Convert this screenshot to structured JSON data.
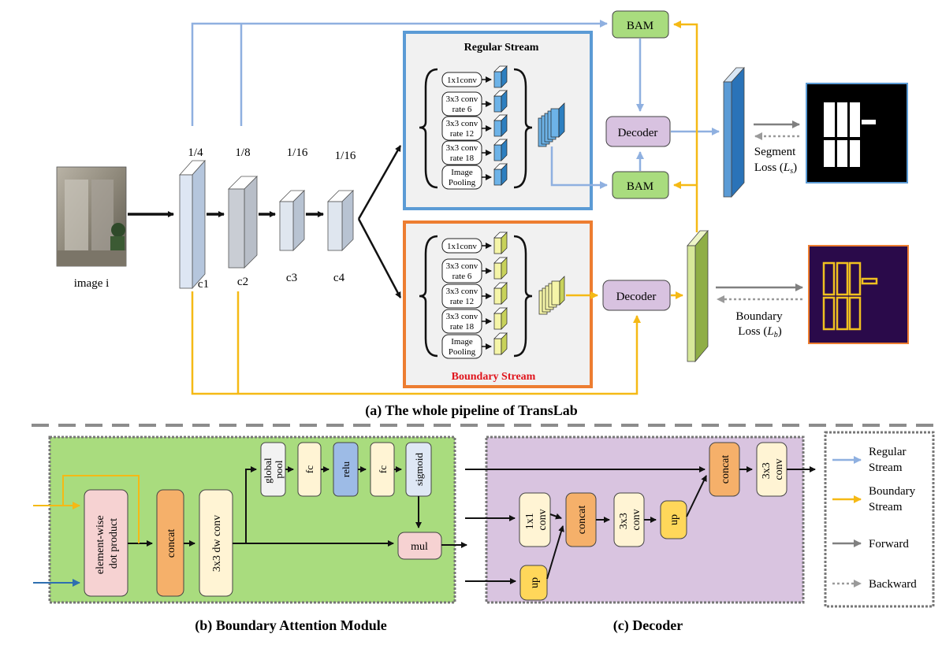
{
  "pipeline": {
    "caption": "(a)  The whole pipeline of TransLab",
    "input_label": "image  i",
    "encoder": {
      "scales": [
        "1/4",
        "1/8",
        "1/16",
        "1/16"
      ],
      "layers": [
        "c1",
        "c2",
        "c3",
        "c4"
      ]
    },
    "regular_stream": {
      "title": "Regular Stream",
      "branches": [
        [
          "1x1conv"
        ],
        [
          "3x3 conv",
          "rate 6"
        ],
        [
          "3x3 conv",
          "rate 12"
        ],
        [
          "3x3 conv",
          "rate 18"
        ],
        [
          "Image",
          "Pooling"
        ]
      ]
    },
    "boundary_stream": {
      "title": "Boundary Stream",
      "branches": [
        [
          "1x1conv"
        ],
        [
          "3x3 conv",
          "rate 6"
        ],
        [
          "3x3 conv",
          "rate 12"
        ],
        [
          "3x3 conv",
          "rate 18"
        ],
        [
          "Image",
          "Pooling"
        ]
      ]
    },
    "bam_top": "BAM",
    "bam_bottom": "BAM",
    "decoder_regular": "Decoder",
    "decoder_boundary": "Decoder",
    "segment_loss": {
      "line1": "Segment",
      "line2_prefix": "Loss (",
      "symbol": "L",
      "sub": "s",
      "line2_suffix": ")"
    },
    "boundary_loss": {
      "line1": "Boundary",
      "line2_prefix": "Loss (",
      "symbol": "L",
      "sub": "b",
      "line2_suffix": ")"
    }
  },
  "bam_module": {
    "caption": "(b)  Boundary Attention Module",
    "element_wise": [
      "element-wise",
      "dot product"
    ],
    "concat": "concat",
    "dwconv": "3x3 dw conv",
    "global_pool": [
      "global",
      "pool"
    ],
    "fc1": "fc",
    "relu": "relu",
    "fc2": "fc",
    "sigmoid": "sigmoid",
    "mul": "mul"
  },
  "decoder_module": {
    "caption": "(c)  Decoder",
    "conv1x1": [
      "1x1",
      "conv"
    ],
    "up_input": "up",
    "concat_mid": "concat",
    "conv3x3_mid": [
      "3x3",
      "conv"
    ],
    "up_mid": "up",
    "concat_out": "concat",
    "conv3x3_out": [
      "3x3",
      "conv"
    ]
  },
  "legend": [
    {
      "label": [
        "Regular",
        "Stream"
      ],
      "color": "#8fb0e0",
      "style": "solid"
    },
    {
      "label": [
        "Boundary",
        "Stream"
      ],
      "color": "#f5b915",
      "style": "solid"
    },
    {
      "label": [
        "Forward"
      ],
      "color": "#808080",
      "style": "solid"
    },
    {
      "label": [
        "Backward"
      ],
      "color": "#9a9a9a",
      "style": "dotted"
    }
  ],
  "colors": {
    "regular": "#8fb0e0",
    "boundary": "#f5b915",
    "bam_fill": "#a9dc7e",
    "decoder_fill": "#d8c2e0",
    "regular_border": "#5b9bd5",
    "boundary_border": "#ed7d31",
    "boundary_title": "#e0141c"
  }
}
